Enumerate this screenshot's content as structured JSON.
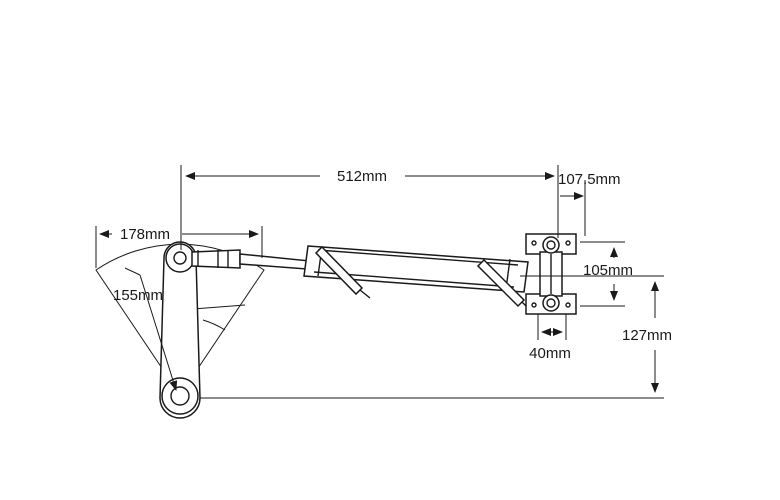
{
  "dimensions": {
    "length": "512mm",
    "bracket_width": "107.5mm",
    "tiller_span": "178mm",
    "tiller_radius": "155mm",
    "bracket_height": "105mm",
    "mount_height": "127mm",
    "base_width": "40mm"
  },
  "colors": {
    "line": "#1a1a1a",
    "background": "#ffffff"
  }
}
